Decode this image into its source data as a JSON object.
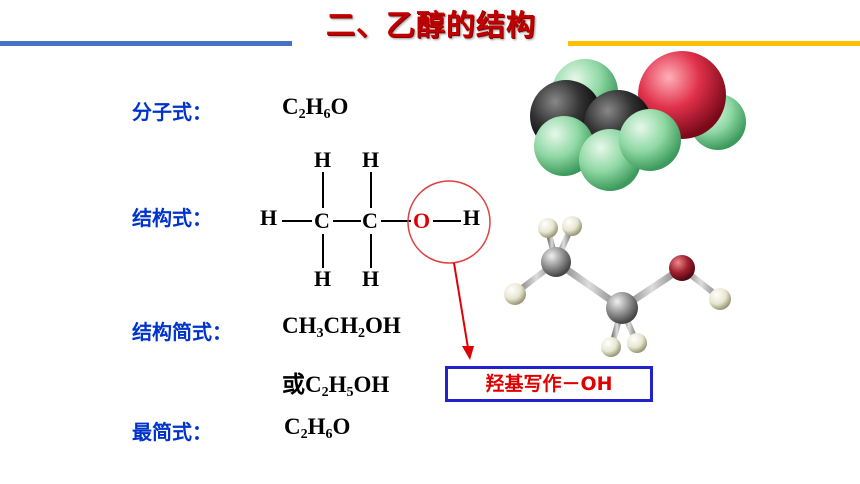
{
  "title": "二、乙醇的结构",
  "molecular": {
    "label": "分子式：",
    "parts": [
      "C",
      "2",
      "H",
      "6",
      "O"
    ]
  },
  "structural": {
    "label": "结构式：",
    "atoms": {
      "H_left": "H",
      "C1": "C",
      "C2": "C",
      "O": "O",
      "H_right": "H",
      "H_top1": "H",
      "H_top2": "H",
      "H_bot1": "H",
      "H_bot2": "H"
    }
  },
  "condensed": {
    "label": "结构简式：",
    "line1": [
      "CH",
      "3",
      "CH",
      "2",
      "OH"
    ],
    "line2": [
      "或C",
      "2",
      "H",
      "5",
      "OH"
    ]
  },
  "empirical": {
    "label": "最简式：",
    "parts": [
      "C",
      "2",
      "H",
      "6",
      "O"
    ]
  },
  "note": "羟基写作－OH",
  "colors": {
    "title": "#c00000",
    "label": "#0033cc",
    "highlight": "#e00000",
    "box": "#2222cc"
  }
}
